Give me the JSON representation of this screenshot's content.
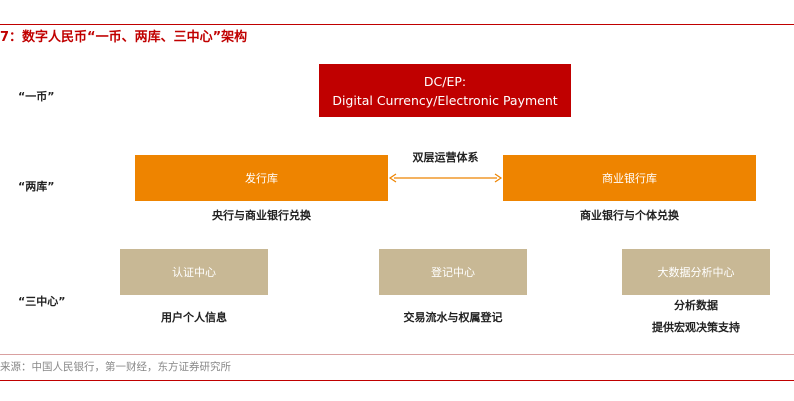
{
  "title": "7：数字人民币“一币、两库、三中心”架构",
  "rows": {
    "coin": "“一币”",
    "library": "“两库”",
    "center": "“三中心”"
  },
  "top_box": {
    "line1": "DC/EP:",
    "line2": "Digital Currency/Electronic Payment"
  },
  "libraries": {
    "relation": "双层运营体系",
    "left": {
      "label": "发行库",
      "caption": "央行与商业银行兑换"
    },
    "right": {
      "label": "商业银行库",
      "caption": "商业银行与个体兑换"
    }
  },
  "centers": [
    {
      "label": "认证中心",
      "caption1": "用户个人信息",
      "caption2": ""
    },
    {
      "label": "登记中心",
      "caption1": "交易流水与权属登记",
      "caption2": ""
    },
    {
      "label": "大数据分析中心",
      "caption1": "分析数据",
      "caption2": "提供宏观决策支持"
    }
  ],
  "source": "来源：中国人民银行，第一财经，东方证券研究所",
  "colors": {
    "accent_red": "#c00000",
    "orange": "#ee8400",
    "tan": "#c8b895"
  }
}
